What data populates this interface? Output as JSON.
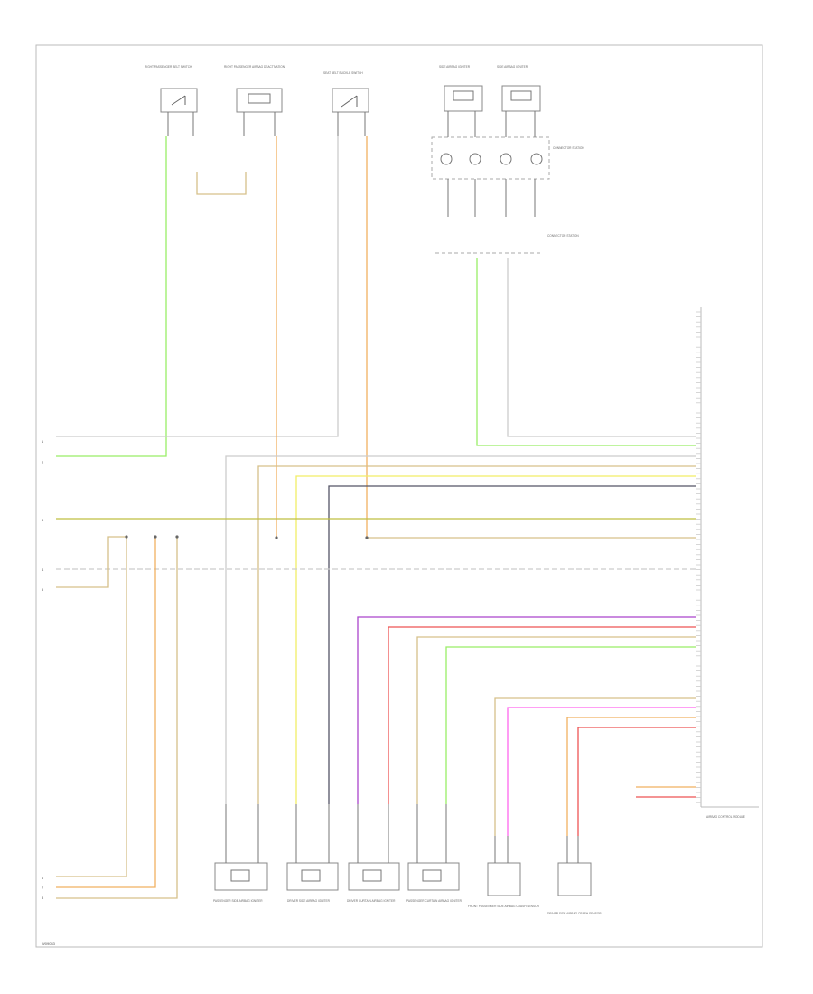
{
  "figure_code": "W09043",
  "frame_labels": [
    "1",
    "2",
    "3",
    "4",
    "5",
    "6",
    "7",
    "8"
  ],
  "colors": {
    "green": "#99ee66",
    "white": "#cccccc",
    "gray": "#9a9a9a",
    "orange": "#f0b060",
    "tan": "#d6c08a",
    "yellow": "#f2ee66",
    "dark_gray": "#555566",
    "yellow_black": "#bfbf40",
    "purple": "#aa44cc",
    "red": "#ee5555",
    "pink": "#ff66ee"
  },
  "components": {
    "front_pass_seatbelt_switch": "RIGHT PASSENGER BELT SWITCH",
    "pass_airbag_off": "RIGHT PASSENGER AIRBAG DEACTIVATION",
    "seatbelt_buckle_switch": "SEAT BELT BUCKLE SWITCH",
    "rear_airbag_left": "SIDE AIRBAG IGNITER",
    "rear_airbag_right": "SIDE AIRBAG IGNITER",
    "connector_block": "CONNECTOR STATION",
    "connector_station": "CONNECTOR STATION",
    "airbag_control_module": "AIRBAG CONTROL MODULE",
    "bottom_1": "PASSENGER SIDE AIRBAG IGNITER",
    "bottom_2": "DRIVER SIDE AIRBAG IGNITER",
    "bottom_3": "DRIVER CURTAIN AIRBAG IGNITER",
    "bottom_4": "PASSENGER CURTAIN AIRBAG IGNITER",
    "bottom_5": "FRONT PASSENGER SIDE AIRBAG CRASH SENSOR",
    "bottom_6": "DRIVER SIDE AIRBAG CRASH SENSOR"
  }
}
